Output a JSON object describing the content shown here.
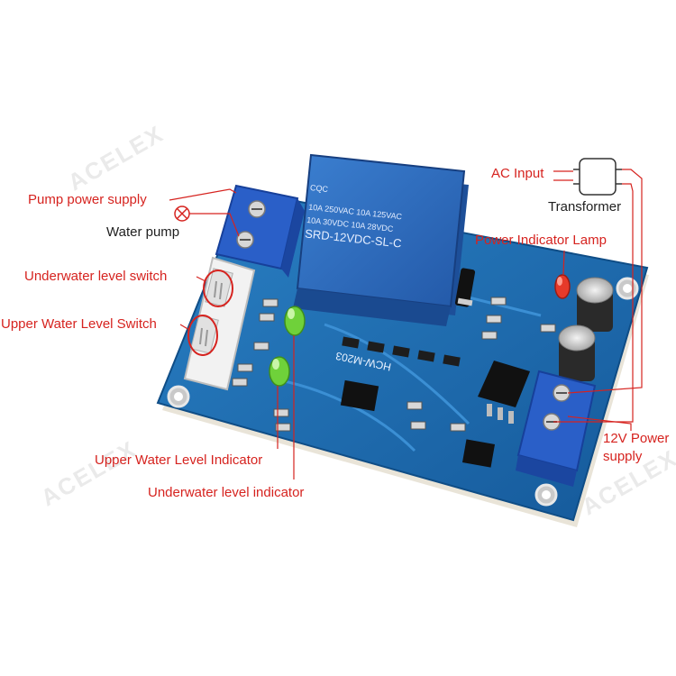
{
  "labels": {
    "ac_input": "AC Input",
    "transformer": "Transformer",
    "pump_power_supply": "Pump power supply",
    "water_pump": "Water pump",
    "power_indicator_lamp": "Power Indicator Lamp",
    "underwater_level_switch": "Underwater level switch",
    "upper_water_level_switch": "Upper Water Level Switch",
    "upper_water_level_indicator": "Upper Water Level Indicator",
    "underwater_level_indicator": "Underwater level indicator",
    "power_12v_line1": "12V Power",
    "power_12v_line2": "supply"
  },
  "board": {
    "relay_brand": "CQC",
    "relay_line1": "10A 250VAC  10A 125VAC",
    "relay_line2": "10A 30VDC  10A 28VDC",
    "relay_model": "SRD-12VDC-SL-C",
    "board_model": "HCW-M203"
  },
  "watermark": "ACELEX",
  "colors": {
    "board": "#1e6db0",
    "board_dark": "#0f4d86",
    "relay": "#2f6fc0",
    "terminal": "#2a5fc8",
    "label_red": "#d6231f",
    "line_red": "#d6231f"
  }
}
